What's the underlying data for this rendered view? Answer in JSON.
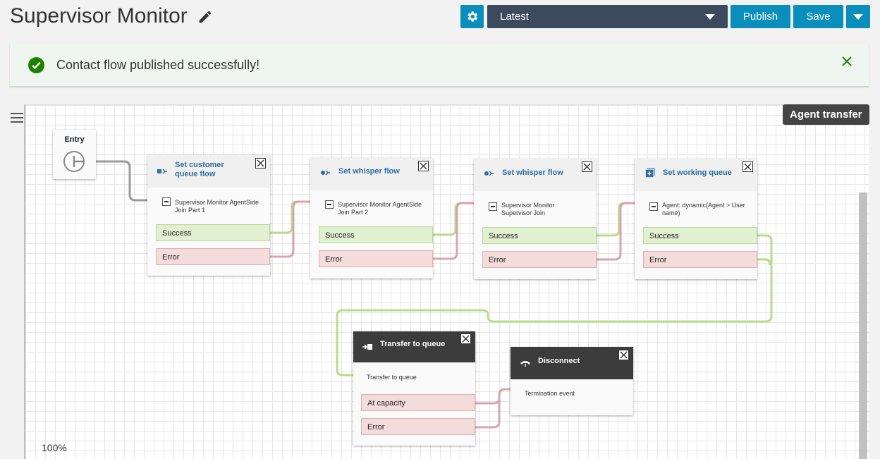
{
  "header": {
    "title": "Supervisor Monitor",
    "version_selected": "Latest",
    "publish_label": "Publish",
    "save_label": "Save"
  },
  "alert": {
    "message": "Contact flow published successfully!"
  },
  "canvas": {
    "tag": "Agent transfer",
    "zoom": "100%",
    "entry_label": "Entry"
  },
  "blocks": [
    {
      "title": "Set customer queue flow",
      "desc": "Supervisor Monitor AgentSide Join Part 1",
      "branches": [
        "Success",
        "Error"
      ]
    },
    {
      "title": "Set whisper flow",
      "desc": "Supervisor Monitor AgentSide Join Part 2",
      "branches": [
        "Success",
        "Error"
      ]
    },
    {
      "title": "Set whisper flow",
      "desc": "Supervisor Monitor Supervisor Join",
      "branches": [
        "Success",
        "Error"
      ]
    },
    {
      "title": "Set working queue",
      "desc": "Agent: dynamic(Agent > User name)",
      "branches": [
        "Success",
        "Error"
      ]
    },
    {
      "title": "Transfer to queue",
      "desc": "Transfer to queue",
      "branches": [
        "At capacity",
        "Error"
      ]
    },
    {
      "title": "Disconnect",
      "desc": "Termination event",
      "branches": []
    }
  ],
  "colors": {
    "primary": "#0a8ebc",
    "select_bg": "#3d4a5e",
    "success": "#1d8102",
    "success_wire": "#b8dd8a",
    "error_wire": "#d9a4aa"
  }
}
